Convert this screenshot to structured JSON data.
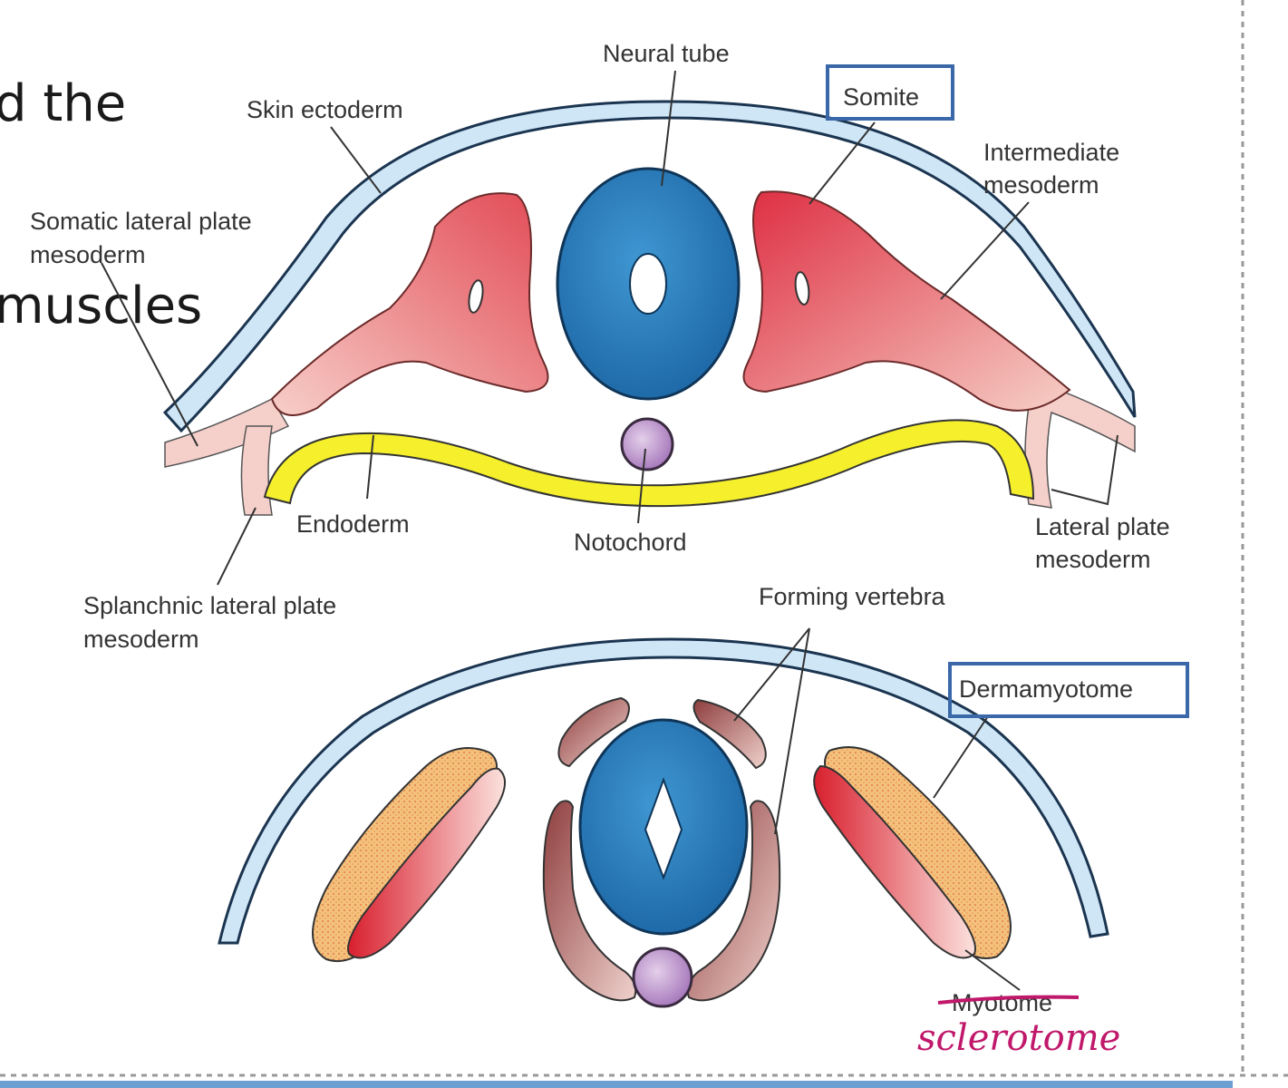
{
  "slide": {
    "text_line1": "d the",
    "text_line2": "muscles"
  },
  "diagram": {
    "top_labels": {
      "neural_tube": "Neural tube",
      "somite": "Somite",
      "skin_ectoderm": "Skin ectoderm",
      "intermediate_mesoderm_1": "Intermediate",
      "intermediate_mesoderm_2": "mesoderm",
      "somatic_lpm_1": "Somatic lateral plate",
      "somatic_lpm_2": "mesoderm",
      "endoderm": "Endoderm",
      "notochord": "Notochord",
      "lateral_plate_1": "Lateral plate",
      "lateral_plate_2": "mesoderm",
      "splanchnic_lpm_1": "Splanchnic lateral plate",
      "splanchnic_lpm_2": "mesoderm"
    },
    "bottom_labels": {
      "forming_vertebra": "Forming vertebra",
      "dermamyotome": "Dermamyotome",
      "myotome_struck": "Myotome",
      "handwritten_correction": "sclerotome"
    }
  },
  "colors": {
    "ectoderm": "#cfe6f7",
    "neural_tube": "#2e7fbf",
    "somite": "#e0444f",
    "endoderm": "#f5ef2c",
    "notochord": "#c9a6d6",
    "vertebra": "#a85a58",
    "dermamyotome": "#f2a85a",
    "highlight_box": "#3a68a8",
    "annotation_ink": "#c0186a"
  }
}
